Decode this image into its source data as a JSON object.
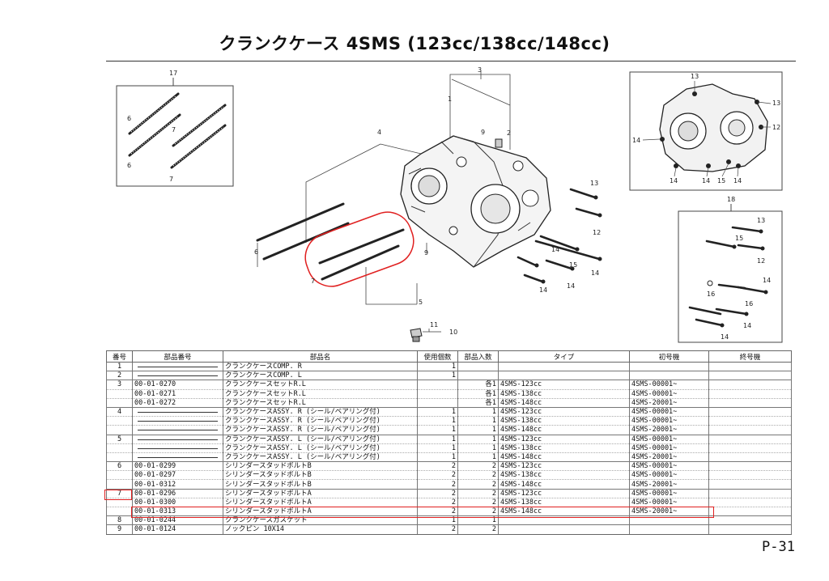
{
  "title": "クランクケース 4SMS (123cc/138cc/148cc)",
  "page_number": "P-31",
  "callouts": {
    "c1": "1",
    "c2": "2",
    "c3": "3",
    "c4": "4",
    "c5": "5",
    "c6": "6",
    "c7": "7",
    "c9": "9",
    "c10": "10",
    "c11": "11",
    "c12": "12",
    "c13": "13",
    "c14": "14",
    "c15": "15",
    "c16": "16",
    "c17": "17",
    "c18": "18"
  },
  "table": {
    "headers": [
      "番号",
      "部品番号",
      "部品名",
      "使用個数",
      "部品入数",
      "タイプ",
      "初号機",
      "終号機"
    ],
    "rows": [
      {
        "no": "1",
        "part": "",
        "name": "クランクケースCOMP. R",
        "use": "1",
        "qty": "",
        "type": "",
        "first": "",
        "last": "",
        "dash": true,
        "group": true
      },
      {
        "no": "2",
        "part": "",
        "name": "クランクケースCOMP. L",
        "use": "1",
        "qty": "",
        "type": "",
        "first": "",
        "last": "",
        "dash": true,
        "group": true
      },
      {
        "no": "3",
        "part": "00-01-0270",
        "name": "クランクケースセットR.L",
        "use": "",
        "qty": "各1",
        "type": "4SMS-123cc",
        "first": "4SMS-00001~",
        "last": "",
        "dash": false,
        "group": true
      },
      {
        "no": "",
        "part": "00-01-0271",
        "name": "クランクケースセットR.L",
        "use": "",
        "qty": "各1",
        "type": "4SMS-138cc",
        "first": "4SMS-00001~",
        "last": "",
        "dash": false,
        "group": false
      },
      {
        "no": "",
        "part": "00-01-0272",
        "name": "クランクケースセットR.L",
        "use": "",
        "qty": "各1",
        "type": "4SMS-148cc",
        "first": "4SMS-20001~",
        "last": "",
        "dash": false,
        "group": false
      },
      {
        "no": "4",
        "part": "",
        "name": "クランクケースASSY. R (シール/ベアリング付)",
        "use": "1",
        "qty": "1",
        "type": "4SMS-123cc",
        "first": "4SMS-00001~",
        "last": "",
        "dash": true,
        "group": true
      },
      {
        "no": "",
        "part": "",
        "name": "クランクケースASSY. R (シール/ベアリング付)",
        "use": "1",
        "qty": "1",
        "type": "4SMS-138cc",
        "first": "4SMS-00001~",
        "last": "",
        "dash": true,
        "group": false
      },
      {
        "no": "",
        "part": "",
        "name": "クランクケースASSY. R (シール/ベアリング付)",
        "use": "1",
        "qty": "1",
        "type": "4SMS-148cc",
        "first": "4SMS-20001~",
        "last": "",
        "dash": true,
        "group": false
      },
      {
        "no": "5",
        "part": "",
        "name": "クランクケースASSY. L (シール/ベアリング付)",
        "use": "1",
        "qty": "1",
        "type": "4SMS-123cc",
        "first": "4SMS-00001~",
        "last": "",
        "dash": true,
        "group": true
      },
      {
        "no": "",
        "part": "",
        "name": "クランクケースASSY. L (シール/ベアリング付)",
        "use": "1",
        "qty": "1",
        "type": "4SMS-138cc",
        "first": "4SMS-00001~",
        "last": "",
        "dash": true,
        "group": false
      },
      {
        "no": "",
        "part": "",
        "name": "クランクケースASSY. L (シール/ベアリング付)",
        "use": "1",
        "qty": "1",
        "type": "4SMS-148cc",
        "first": "4SMS-20001~",
        "last": "",
        "dash": true,
        "group": false
      },
      {
        "no": "6",
        "part": "00-01-0299",
        "name": "シリンダースタッドボルトB",
        "use": "2",
        "qty": "2",
        "type": "4SMS-123cc",
        "first": "4SMS-00001~",
        "last": "",
        "dash": false,
        "group": true
      },
      {
        "no": "",
        "part": "00-01-0297",
        "name": "シリンダースタッドボルトB",
        "use": "2",
        "qty": "2",
        "type": "4SMS-138cc",
        "first": "4SMS-00001~",
        "last": "",
        "dash": false,
        "group": false
      },
      {
        "no": "",
        "part": "00-01-0312",
        "name": "シリンダースタッドボルトB",
        "use": "2",
        "qty": "2",
        "type": "4SMS-148cc",
        "first": "4SMS-20001~",
        "last": "",
        "dash": false,
        "group": false
      },
      {
        "no": "7",
        "part": "00-01-0296",
        "name": "シリンダースタッドボルトA",
        "use": "2",
        "qty": "2",
        "type": "4SMS-123cc",
        "first": "4SMS-00001~",
        "last": "",
        "dash": false,
        "group": true
      },
      {
        "no": "",
        "part": "00-01-0300",
        "name": "シリンダースタッドボルトA",
        "use": "2",
        "qty": "2",
        "type": "4SMS-138cc",
        "first": "4SMS-00001~",
        "last": "",
        "dash": false,
        "group": false
      },
      {
        "no": "",
        "part": "00-01-0313",
        "name": "シリンダースタッドボルトA",
        "use": "2",
        "qty": "2",
        "type": "4SMS-148cc",
        "first": "4SMS-20001~",
        "last": "",
        "dash": false,
        "group": false
      },
      {
        "no": "8",
        "part": "00-01-0244",
        "name": "クランクケースガスケット",
        "use": "1",
        "qty": "1",
        "type": "",
        "first": "",
        "last": "",
        "dash": false,
        "group": true
      },
      {
        "no": "9",
        "part": "00-01-0124",
        "name": "ノックピン 10X14",
        "use": "2",
        "qty": "2",
        "type": "",
        "first": "",
        "last": "",
        "dash": false,
        "group": true
      }
    ]
  },
  "highlight_color": "#e02020"
}
